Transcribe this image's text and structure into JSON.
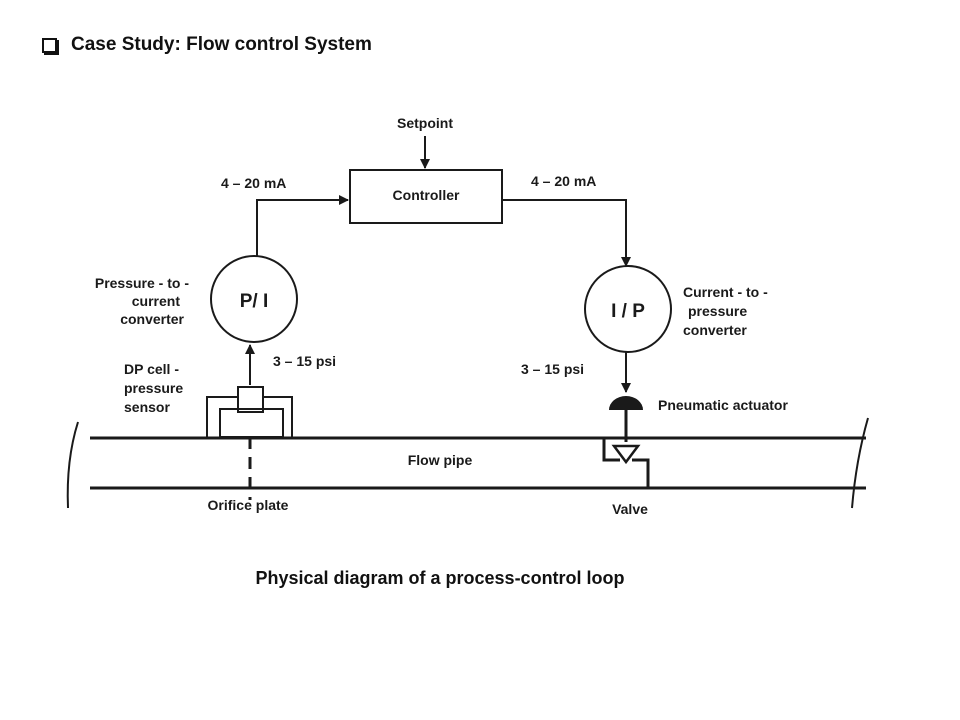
{
  "heading": {
    "text": "Case Study: Flow control System"
  },
  "caption": {
    "text": "Physical diagram of a process-control loop"
  },
  "diagram": {
    "setpoint": "Setpoint",
    "controller": "Controller",
    "signal_left": "4 – 20 mA",
    "signal_right": "4 – 20 mA",
    "pi_circle": "P/ I",
    "ip_circle": "I / P",
    "pi_label": [
      "Pressure - to -",
      "current",
      "converter"
    ],
    "ip_label": [
      "Current - to -",
      "pressure",
      "converter"
    ],
    "psi_left": "3 – 15 psi",
    "psi_right": "3 – 15 psi",
    "dp_label": [
      "DP cell -",
      "pressure",
      "sensor"
    ],
    "actuator": "Pneumatic actuator",
    "flow_pipe": "Flow pipe",
    "orifice": "Orifice plate",
    "valve": "Valve"
  }
}
